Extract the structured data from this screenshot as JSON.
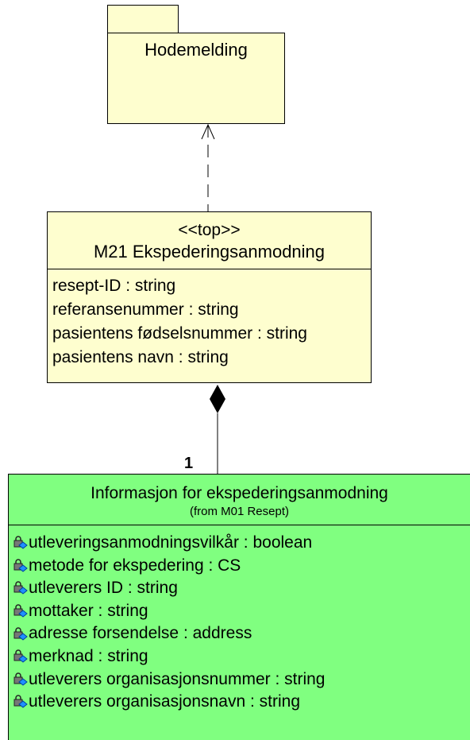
{
  "package": {
    "name": "Hodemelding"
  },
  "class_main": {
    "stereotype": "<<top>>",
    "name": "M21 Ekspederingsanmodning",
    "attributes": [
      "resept-ID : string",
      "referansenummer : string",
      "pasientens fødselsnummer : string",
      "pasientens navn : string"
    ]
  },
  "association": {
    "multiplicity": "1"
  },
  "class_info": {
    "name": "Informasjon for ekspederingsanmodning",
    "origin": "(from M01 Resept)",
    "attributes": [
      "utleveringsanmodningsvilkår : boolean",
      "metode for ekspedering : CS",
      "utleverers ID : string",
      "mottaker : string",
      "adresse forsendelse : address",
      "merknad : string",
      "utleverers organisasjonsnummer : string",
      "utleverers organisasjonsnavn : string"
    ]
  },
  "colors": {
    "package_fill": "#fefecf",
    "class_fill": "#fefecf",
    "info_fill": "#80ff80",
    "icon_blue": "#1e90ff"
  },
  "icons": {
    "attribute_icon": "protected-attribute-icon"
  }
}
